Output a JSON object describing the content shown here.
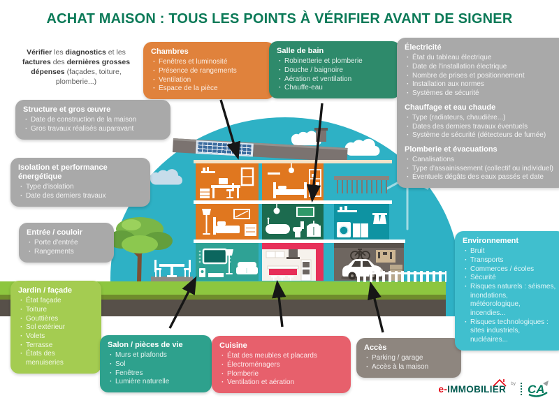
{
  "title": "ACHAT MAISON : TOUS LES POINTS À VÉRIFIER AVANT DE SIGNER",
  "note": {
    "segments": [
      {
        "t": "Vérifier",
        "b": true
      },
      {
        "t": " les "
      },
      {
        "t": "diagnostics",
        "b": true
      },
      {
        "t": " et les "
      },
      {
        "t": "factures",
        "b": true
      },
      {
        "t": " des "
      },
      {
        "t": "dernières grosses dépenses",
        "b": true
      },
      {
        "t": " (façades, toiture, plomberie...)"
      }
    ]
  },
  "boxes": {
    "chambres": {
      "title": "Chambres",
      "items": [
        "Fenêtres et luminosité",
        "Présence de rangements",
        "Ventilation",
        "Espace de la pièce"
      ]
    },
    "salle_de_bain": {
      "title": "Salle de bain",
      "items": [
        "Robinetterie et plomberie",
        "Douche / baignoire",
        "Aération et ventilation",
        "Chauffe-eau"
      ]
    },
    "electricite": {
      "title": "Électricité",
      "items": [
        "État du tableau électrique",
        "Date de l'installation électrique",
        "Nombre de prises et positionnement",
        "Installation aux normes",
        "Systèmes de sécurité"
      ]
    },
    "chauffage": {
      "title": "Chauffage et eau chaude",
      "items": [
        "Type (radiateurs, chaudière...)",
        "Dates des derniers travaux éventuels",
        "Système de sécurité (détecteurs de fumée)"
      ]
    },
    "plomberie": {
      "title": "Plomberie et évacuations",
      "items": [
        "Canalisations",
        "Type d'assainissement (collectif ou individuel)",
        "Éventuels dégâts des eaux passés et date"
      ]
    },
    "structure": {
      "title": "Structure et gros œuvre",
      "items": [
        "Date de construction de la maison",
        "Gros travaux réalisés auparavant"
      ]
    },
    "isolation": {
      "title": "Isolation et performance énergétique",
      "items": [
        "Type d'isolation",
        "Date des derniers travaux"
      ]
    },
    "entree": {
      "title": "Entrée / couloir",
      "items": [
        "Porte d'entrée",
        "Rangements"
      ]
    },
    "jardin": {
      "title": "Jardin / façade",
      "items": [
        "État façade",
        "Toiture",
        "Gouttières",
        "Sol extérieur",
        "Volets",
        "Terrasse",
        "États des menuiseries"
      ]
    },
    "salon": {
      "title": "Salon / pièces de vie",
      "items": [
        "Murs et plafonds",
        "Sol",
        "Fenêtres",
        "Lumière naturelle"
      ]
    },
    "cuisine": {
      "title": "Cuisine",
      "items": [
        "État des meubles et placards",
        "Électroménagers",
        "Plomberie",
        "Ventilation et aération"
      ]
    },
    "acces": {
      "title": "Accès",
      "items": [
        "Parking / garage",
        "Accès à la maison"
      ]
    },
    "environnement": {
      "title": "Environnement",
      "items": [
        "Bruit",
        "Transports",
        "Commerces / écoles",
        "Sécurité",
        "Risques naturels : séismes, inondations, météorologique, incendies...",
        "Risques technologiques : sites industriels, nucléaires..."
      ]
    }
  },
  "logo": {
    "prefix": "e-",
    "name": "IMMOBILIER",
    "by": "by",
    "ca": "CA"
  },
  "colors": {
    "title_green": "#0c7a58",
    "orange": "#e0823c",
    "green": "#2e8a6b",
    "gray": "#a9a9a9",
    "light_green": "#a4cc51",
    "teal": "#2ea18d",
    "red": "#e7606c",
    "warm_gray": "#8e867f",
    "cyan": "#40bfce",
    "dome": "#2eb1c5",
    "grass": "#8dc63f",
    "logo_red": "#e30613",
    "logo_green": "#005a4f"
  }
}
